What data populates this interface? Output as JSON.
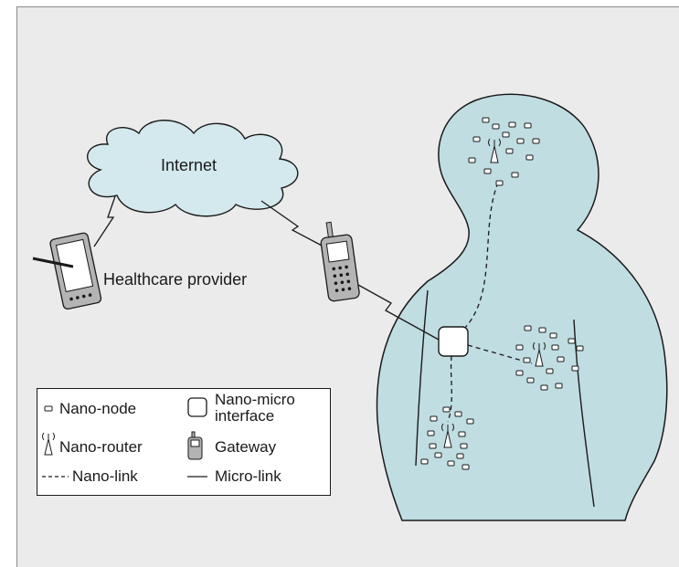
{
  "diagram": {
    "labels": {
      "internet": "Internet",
      "healthcare_provider": "Healthcare provider"
    },
    "legend": {
      "nano_node": "Nano-node",
      "nano_micro_interface_line1": "Nano-micro",
      "nano_micro_interface_line2": "interface",
      "nano_router": "Nano-router",
      "gateway": "Gateway",
      "nano_link": "Nano-link",
      "micro_link": "Micro-link"
    }
  },
  "colors": {
    "panel_background": "#ebebeb",
    "body_fill": "#c0dde2",
    "cloud_fill": "#d3e9ee",
    "device_fill": "#b4b4b4",
    "stroke": "#1a1a1a"
  }
}
